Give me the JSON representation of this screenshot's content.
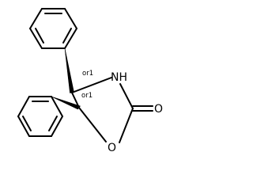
{
  "molecule": {
    "atoms": {
      "nh": "NH",
      "o_ring": "O",
      "o_carbonyl": "O"
    },
    "stereo": {
      "c4": "or1",
      "c5": "or1"
    }
  }
}
